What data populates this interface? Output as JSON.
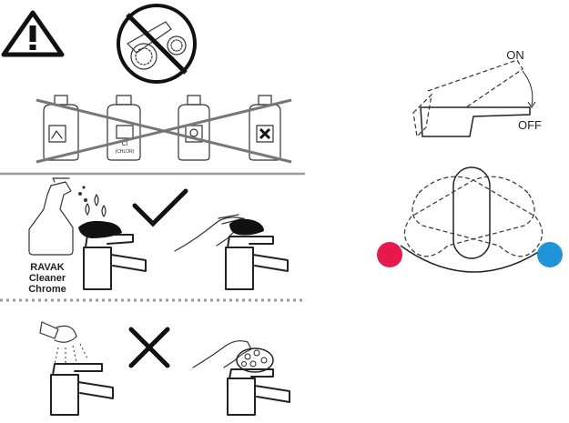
{
  "cleaner": {
    "brand": "RAVAK",
    "line1": "Cleaner",
    "line2": "Chrome"
  },
  "lever": {
    "on_label": "ON",
    "off_label": "OFF"
  },
  "bottles": {
    "label_cl": "Cl",
    "label_chlor": "(CHLOR)"
  },
  "colors": {
    "hot": "#e5194b",
    "cold": "#1f95d8",
    "divider": "#9a9a9a"
  },
  "icons": [
    "warning-icon",
    "no-saw-icon",
    "chemical-bottle-icon",
    "spray-bottle-icon",
    "checkmark-icon",
    "cross-icon",
    "faucet-icon",
    "shower-head-icon",
    "hand-icon",
    "scrub-pad-icon",
    "cloth-icon"
  ]
}
